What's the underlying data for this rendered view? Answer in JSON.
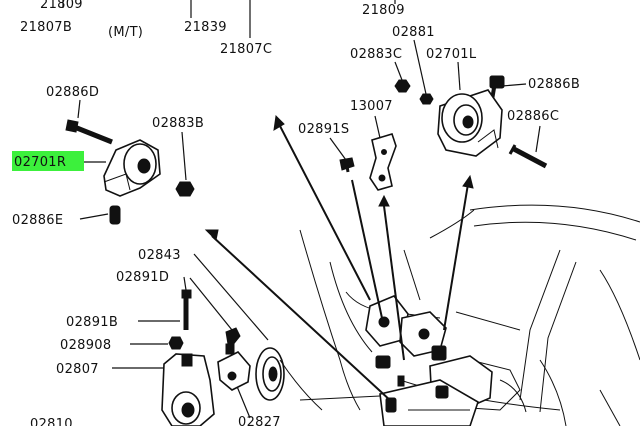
{
  "highlight_color": "#3cf03c",
  "labels": {
    "p21809_top": "21809",
    "p21807B": "21807B",
    "mt": "(M/T)",
    "p21839": "21839",
    "p21807C": "21807C",
    "p21809_right": "21809",
    "p02881": "02881",
    "p02883C": "02883C",
    "p02701L": "02701L",
    "p02886B": "02886B",
    "p13007": "13007",
    "p02886C": "02886C",
    "p02886D": "02886D",
    "p02883B": "02883B",
    "p02891S": "02891S",
    "p02701R": "02701R",
    "p02886E": "02886E",
    "p02843": "02843",
    "p02891D": "02891D",
    "p02891B": "02891B",
    "p02890B": "028908",
    "p02807": "02807",
    "p02827": "02827",
    "p02810": "02810"
  },
  "icons": [
    "bolt-icon",
    "nut-icon",
    "engine-mount-icon",
    "bracket-icon",
    "damper-icon",
    "vehicle-outline-icon"
  ]
}
